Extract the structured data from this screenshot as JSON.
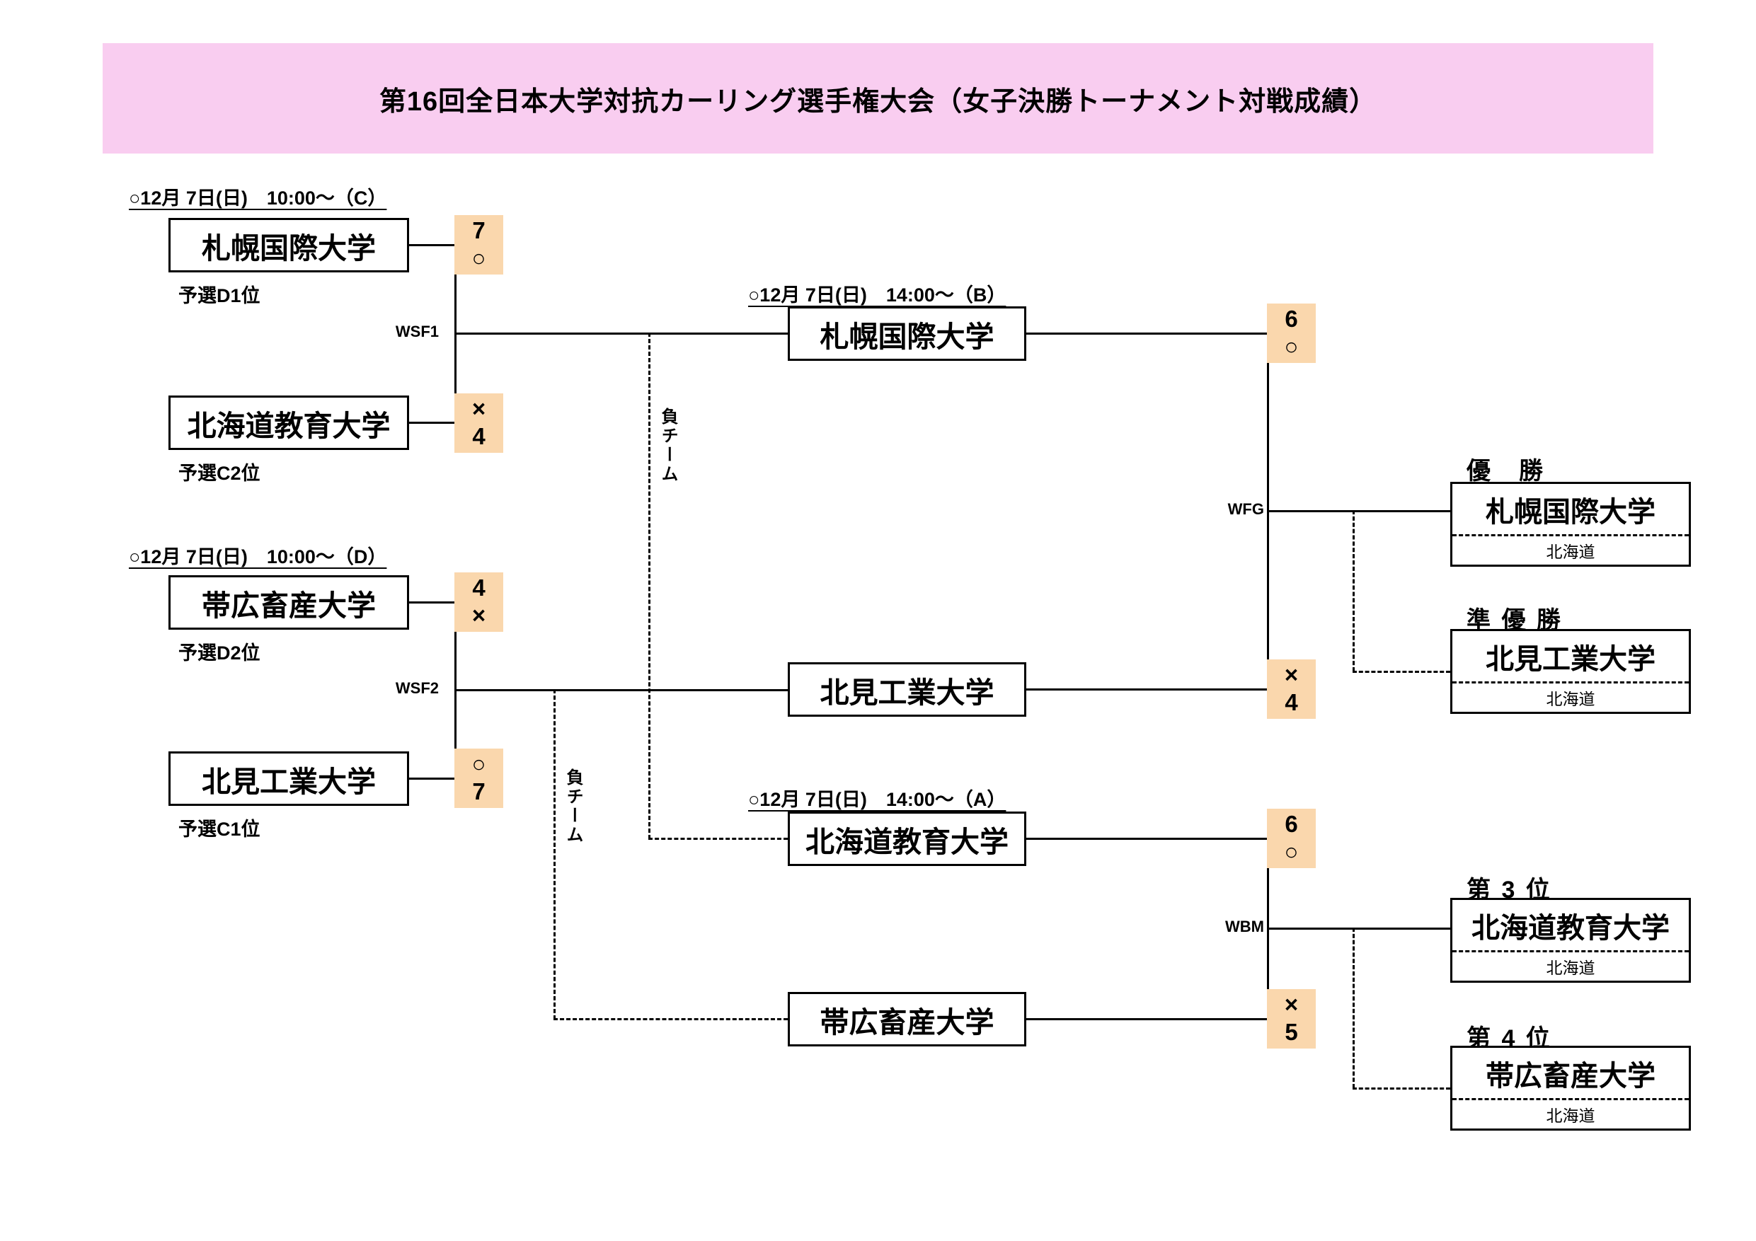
{
  "title": "第16回全日本大学対抗カーリング選手権大会（女子決勝トーナメント対戦成績）",
  "colors": {
    "banner_bg": "#f9cdf0",
    "score_bg": "#fad7ad"
  },
  "loser_label": "負チーム",
  "semifinal1": {
    "header": "○12月 7日(日)　10:00～（C）",
    "match_label": "WSF1",
    "top": {
      "name": "札幌国際大学",
      "seed": "予選D1位",
      "score_line1": "7",
      "score_line2": "○"
    },
    "bottom": {
      "name": "北海道教育大学",
      "seed": "予選C2位",
      "score_line1": "×",
      "score_line2": "4"
    }
  },
  "semifinal2": {
    "header": "○12月 7日(日)　10:00～（D）",
    "match_label": "WSF2",
    "top": {
      "name": "帯広畜産大学",
      "seed": "予選D2位",
      "score_line1": "4",
      "score_line2": "×"
    },
    "bottom": {
      "name": "北見工業大学",
      "seed": "予選C1位",
      "score_line1": "○",
      "score_line2": "7"
    }
  },
  "final": {
    "header": "○12月 7日(日)　14:00～（B）",
    "match_label": "WFG",
    "top": {
      "name": "札幌国際大学",
      "score_line1": "6",
      "score_line2": "○"
    },
    "bottom": {
      "name": "北見工業大学",
      "score_line1": "×",
      "score_line2": "4"
    }
  },
  "bronze": {
    "header": "○12月 7日(日)　14:00～（A）",
    "match_label": "WBM",
    "top": {
      "name": "北海道教育大学",
      "score_line1": "6",
      "score_line2": "○"
    },
    "bottom": {
      "name": "帯広畜産大学",
      "score_line1": "×",
      "score_line2": "5"
    }
  },
  "results": [
    {
      "title": "優　勝",
      "name": "札幌国際大学",
      "region": "北海道"
    },
    {
      "title": "準 優 勝",
      "name": "北見工業大学",
      "region": "北海道"
    },
    {
      "title": "第 3 位",
      "name": "北海道教育大学",
      "region": "北海道"
    },
    {
      "title": "第 4 位",
      "name": "帯広畜産大学",
      "region": "北海道"
    }
  ]
}
